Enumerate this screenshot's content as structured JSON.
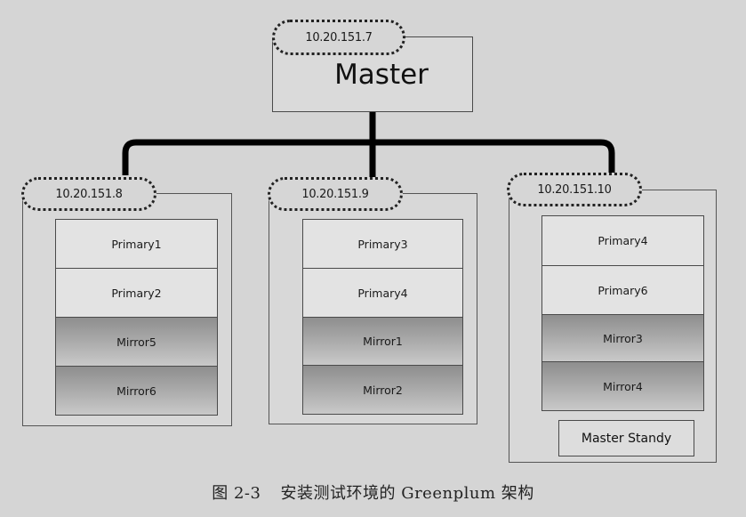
{
  "diagram": {
    "master": {
      "ip": "10.20.151.7",
      "label": "Master"
    },
    "servers": [
      {
        "ip": "10.20.151.8",
        "segments": [
          {
            "label": "Primary1",
            "role": "primary"
          },
          {
            "label": "Primary2",
            "role": "primary"
          },
          {
            "label": "Mirror5",
            "role": "mirror"
          },
          {
            "label": "Mirror6",
            "role": "mirror"
          }
        ]
      },
      {
        "ip": "10.20.151.9",
        "segments": [
          {
            "label": "Primary3",
            "role": "primary"
          },
          {
            "label": "Primary4",
            "role": "primary"
          },
          {
            "label": "Mirror1",
            "role": "mirror"
          },
          {
            "label": "Mirror2",
            "role": "mirror"
          }
        ]
      },
      {
        "ip": "10.20.151.10",
        "segments": [
          {
            "label": "Primary4",
            "role": "primary"
          },
          {
            "label": "Primary6",
            "role": "primary"
          },
          {
            "label": "Mirror3",
            "role": "mirror"
          },
          {
            "label": "Mirror4",
            "role": "mirror"
          }
        ],
        "standby": "Master Standy"
      }
    ],
    "colors": {
      "background": "#d5d5d5",
      "primary_fill": "#e3e3e3",
      "mirror_fill_dark": "#8e8e8e",
      "mirror_fill_light": "#c9c9c9",
      "connector": "#000000"
    }
  },
  "caption": {
    "figure_number": "图 2-3",
    "text": "安装测试环境的 Greenplum 架构"
  }
}
